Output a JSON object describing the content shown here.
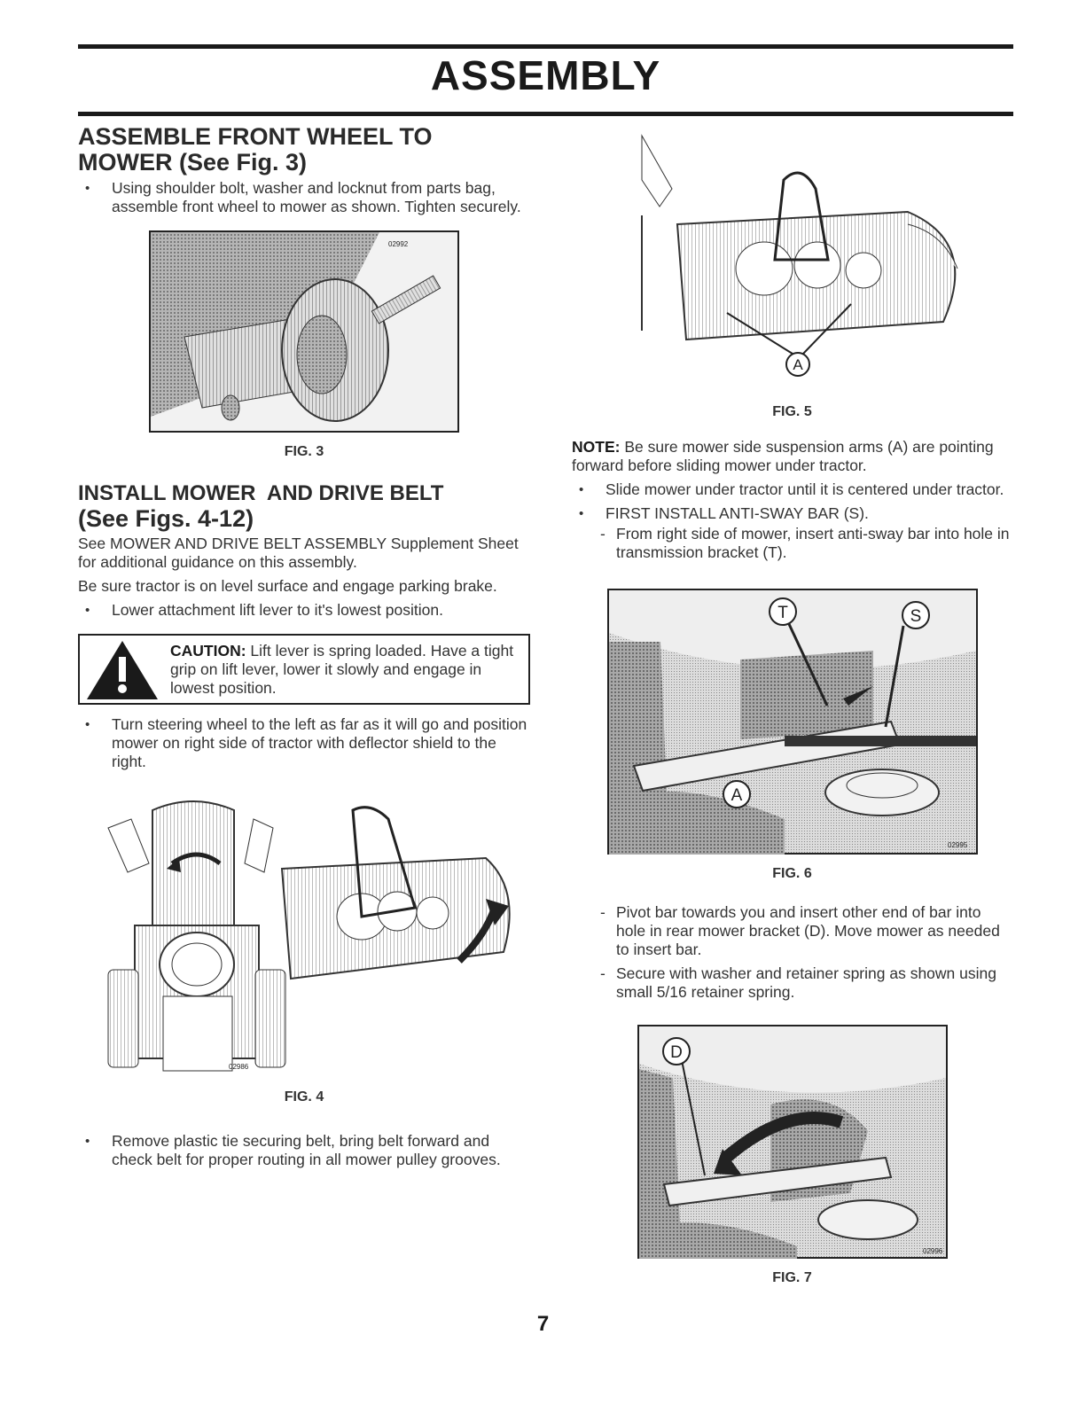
{
  "header": {
    "title": "ASSEMBLY"
  },
  "section1": {
    "heading_line1": "ASSEMBLE FRONT WHEEL TO",
    "heading_line2": "MOWER (See Fig. 3)",
    "bullet1": "Using shoulder bolt, washer and locknut from parts bag, assemble front wheel to mower as shown. Tighten securely.",
    "fig3": {
      "caption": "FIG. 3",
      "code": "02992"
    }
  },
  "section2": {
    "heading_line1": "INSTALL MOWER  AND DRIVE BELT",
    "heading_line2": "(See Figs. 4-12)",
    "para1": "See MOWER AND DRIVE BELT ASSEMBLY Supplement Sheet for additional guidance on this assembly.",
    "para2": "Be sure tractor is on level surface and engage parking brake.",
    "bullet1": "Lower attachment lift lever to it's lowest position.",
    "caution": {
      "label": "CAUTION:",
      "text": " Lift lever is spring loaded. Have a tight grip on lift lever, lower it slowly and engage in lowest position."
    },
    "bullet2": "Turn steering wheel to the left as far as it will go and position mower on right side of tractor with deflector shield to the right.",
    "fig4": {
      "caption": "FIG. 4",
      "code": "02986"
    },
    "bullet3": "Remove plastic tie securing belt, bring belt forward and check belt for proper routing in all mower pulley grooves."
  },
  "right": {
    "fig5": {
      "caption": "FIG. 5",
      "label_a": "A"
    },
    "note_label": "NOTE:",
    "note_text": " Be sure mower side suspension arms (A) are pointing forward before sliding mower under tractor.",
    "bullet1": "Slide mower under tractor until it is centered under tractor.",
    "bullet2": "FIRST INSTALL ANTI-SWAY BAR (S).",
    "dash1": "From right side of mower, insert anti-sway bar into hole in transmission bracket (T).",
    "fig6": {
      "caption": "FIG. 6",
      "label_t": "T",
      "label_s": "S",
      "label_a": "A",
      "code": "02995"
    },
    "dash2": "Pivot bar towards you and insert other end of bar into hole in rear mower bracket (D). Move mower as needed to insert bar.",
    "dash3": "Secure with washer and retainer spring as shown using small 5/16 retainer spring.",
    "fig7": {
      "caption": "FIG. 7",
      "label_d": "D",
      "code": "02996"
    }
  },
  "footer": {
    "page_number": "7"
  }
}
